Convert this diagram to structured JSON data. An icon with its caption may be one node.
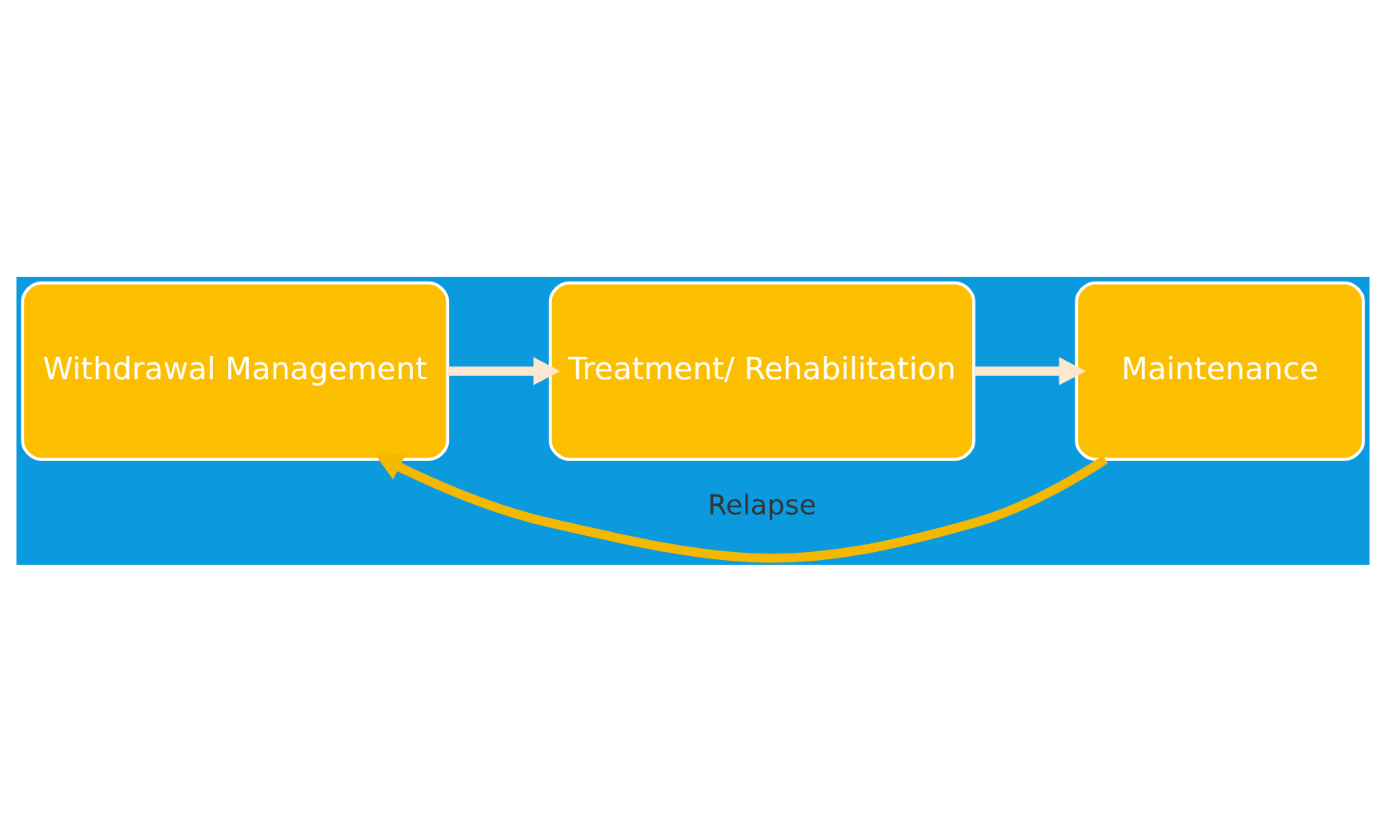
{
  "diagram": {
    "nodes": [
      {
        "text": [
          "Withdrawal Management"
        ]
      },
      {
        "text": [
          "Treatment/ Rehabilitation"
        ]
      },
      {
        "text": [
          "Maintenance"
        ]
      }
    ],
    "edges": [
      {
        "from": 0,
        "to": 1,
        "arrow": "to",
        "color": "#fde7cf"
      },
      {
        "from": 1,
        "to": 2,
        "arrow": "to",
        "color": "#fde7cf"
      },
      {
        "from": 2,
        "to": 0,
        "arrow": "to",
        "label": "Relapse",
        "color": "#f5b800"
      }
    ]
  }
}
